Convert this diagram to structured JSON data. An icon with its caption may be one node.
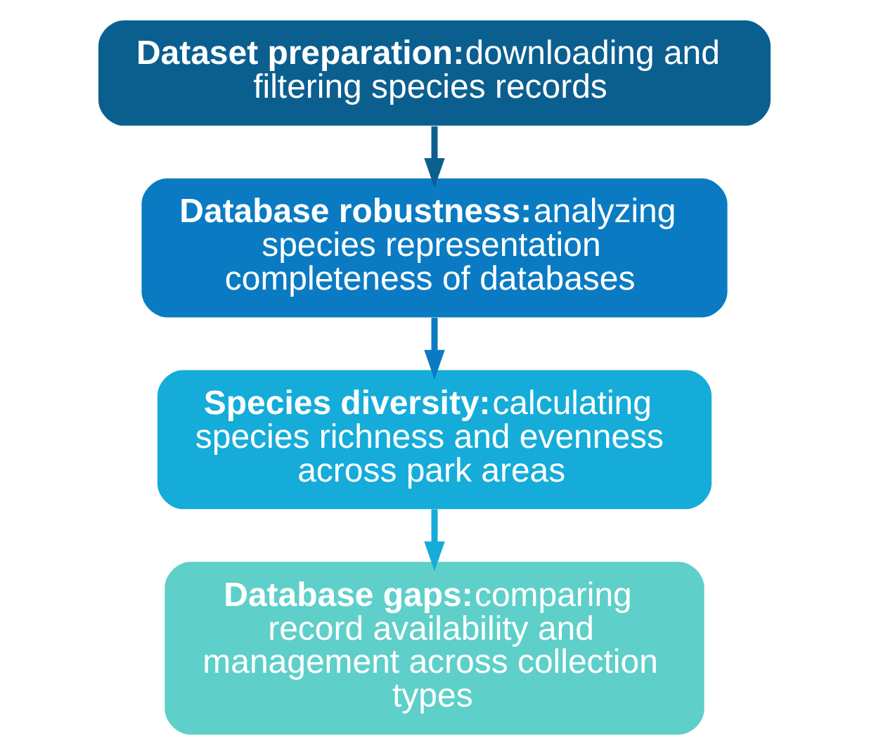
{
  "diagram": {
    "nodes": [
      {
        "text": [
          "Dataset preparation:",
          "downloading and filtering species records"
        ]
      },
      {
        "text": [
          "Database robustness:",
          "analyzing species representation completeness of databases"
        ]
      },
      {
        "text": [
          "Species diversity:",
          "calculating species richness and evenness across park areas"
        ]
      },
      {
        "text": [
          "Database gaps:",
          "comparing record availability and management across collection types"
        ]
      }
    ],
    "edges": [
      {
        "from": 0,
        "to": 1,
        "arrow": "to",
        "color": "#0b5f8f"
      },
      {
        "from": 1,
        "to": 2,
        "arrow": "to",
        "color": "#0a7bc2"
      },
      {
        "from": 2,
        "to": 3,
        "arrow": "to",
        "color": "#15acd9"
      }
    ]
  }
}
